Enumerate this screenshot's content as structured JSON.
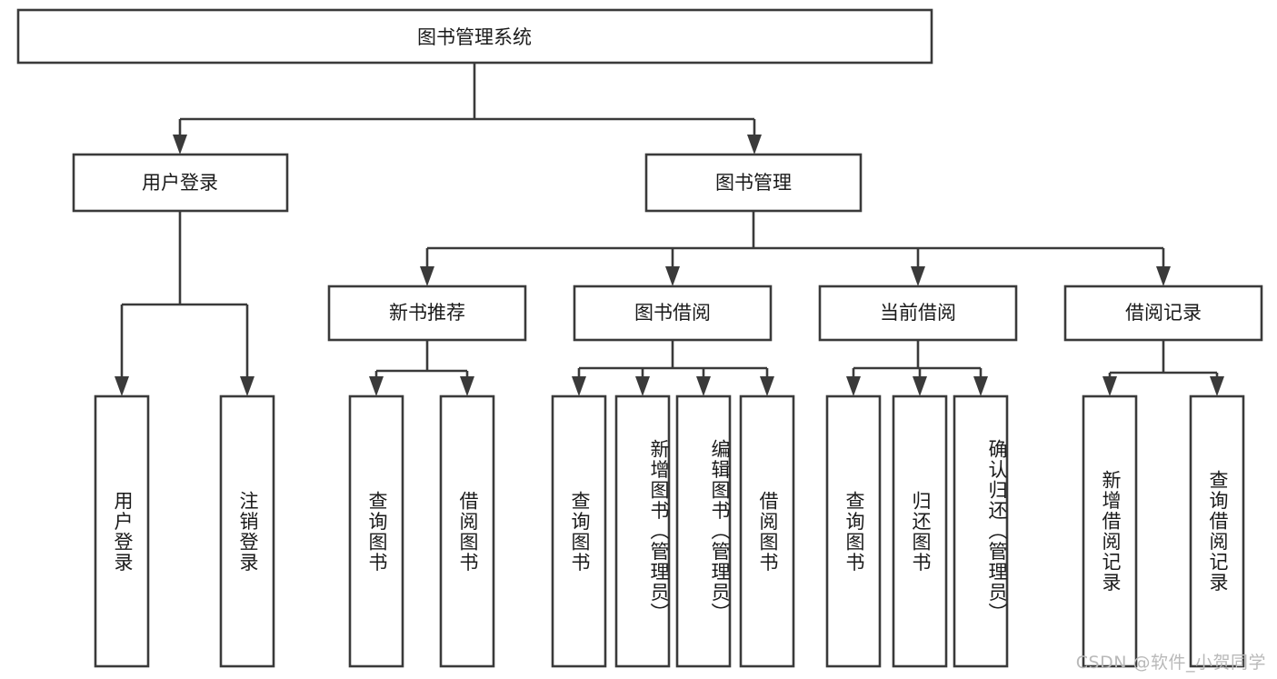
{
  "diagram": {
    "title_node": {
      "id": "root",
      "label": "图书管理系统"
    },
    "level2": [
      {
        "id": "user-login",
        "label": "用户登录"
      },
      {
        "id": "book-management",
        "label": "图书管理"
      }
    ],
    "level3": [
      {
        "id": "new-book-recommend",
        "label": "新书推荐"
      },
      {
        "id": "book-borrow",
        "label": "图书借阅"
      },
      {
        "id": "current-borrow",
        "label": "当前借阅"
      },
      {
        "id": "borrow-record",
        "label": "借阅记录"
      }
    ],
    "leaves": [
      {
        "id": "leaf-user-login",
        "parent": "user-login",
        "label": "用户登录"
      },
      {
        "id": "leaf-logout-login",
        "parent": "user-login",
        "label": "注销登录"
      },
      {
        "id": "leaf-query-book-1",
        "parent": "new-book-recommend",
        "label": "查询图书"
      },
      {
        "id": "leaf-borrow-book-1",
        "parent": "new-book-recommend",
        "label": "借阅图书"
      },
      {
        "id": "leaf-query-book-2",
        "parent": "book-borrow",
        "label": "查询图书"
      },
      {
        "id": "leaf-add-book",
        "parent": "book-borrow",
        "label": "新增图书（管理员）"
      },
      {
        "id": "leaf-edit-book",
        "parent": "book-borrow",
        "label": "编辑图书（管理员）"
      },
      {
        "id": "leaf-borrow-book-2",
        "parent": "book-borrow",
        "label": "借阅图书"
      },
      {
        "id": "leaf-query-book-3",
        "parent": "current-borrow",
        "label": "查询图书"
      },
      {
        "id": "leaf-return-book",
        "parent": "current-borrow",
        "label": "归还图书"
      },
      {
        "id": "leaf-confirm-return",
        "parent": "current-borrow",
        "label": "确认归还（管理员）"
      },
      {
        "id": "leaf-add-record",
        "parent": "borrow-record",
        "label": "新增借阅记录"
      },
      {
        "id": "leaf-query-record",
        "parent": "borrow-record",
        "label": "查询借阅记录"
      }
    ],
    "colors": {
      "box_stroke": "#3a3a3a",
      "box_fill": "#ffffff",
      "text": "#1a1a1a",
      "background": "#ffffff",
      "watermark": "#b9b9b9"
    }
  },
  "watermark": {
    "text": "CSDN @软件_小贺同学"
  }
}
